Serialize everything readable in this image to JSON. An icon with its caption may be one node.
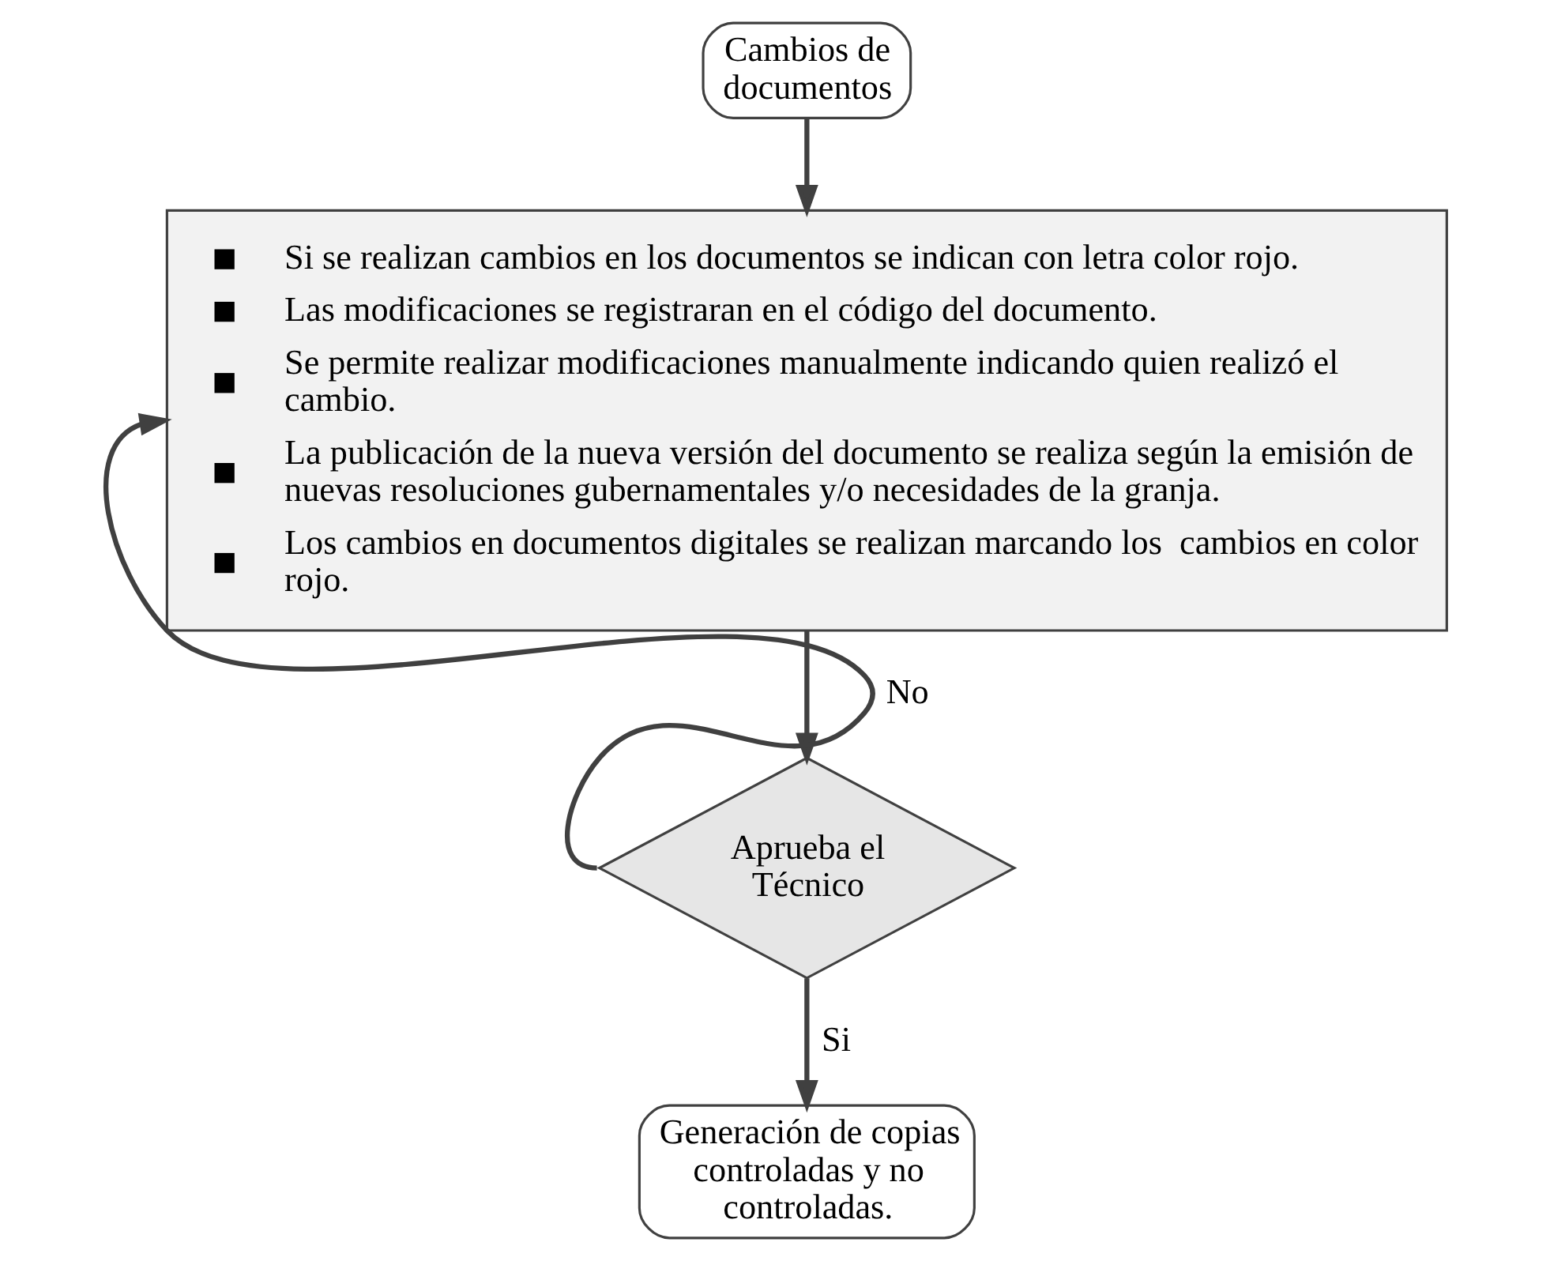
{
  "diagram": {
    "nodes": [
      {
        "text": [
          "Cambios de documentos"
        ]
      },
      {
        "text": [
          "Si se realizan cambios en los documentos se indican con letra color rojo.",
          "Las modificaciones se registraran en el código del documento.",
          "Se permite realizar modificaciones manualmente indicando quien realizó el cambio.",
          "La publicación de la nueva versión del documento se realiza según la emisión de nuevas resoluciones gubernamentales y/o necesidades de la granja.",
          "Los cambios en documentos digitales se realizan marcando los  cambios en color rojo."
        ]
      },
      {
        "text": [
          "Aprueba el Técnico"
        ]
      },
      {
        "text": [
          "Generación de copias controladas y no controladas."
        ]
      }
    ],
    "edges": [
      {
        "from": 0,
        "to": 1,
        "arrow": "to"
      },
      {
        "from": 1,
        "to": 2,
        "arrow": "to"
      },
      {
        "from": 2,
        "to": 1,
        "arrow": "to",
        "label": "No"
      },
      {
        "from": 2,
        "to": 3,
        "arrow": "to",
        "label": "Si"
      }
    ]
  }
}
